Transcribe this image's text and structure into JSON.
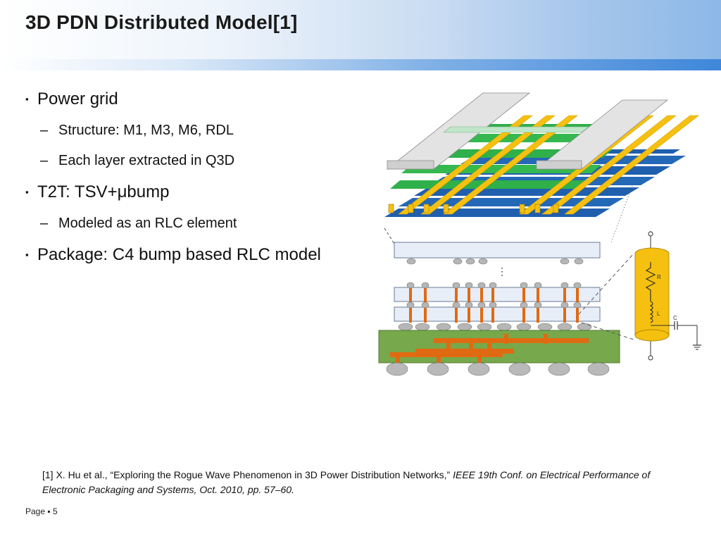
{
  "slide": {
    "title": "3D PDN Distributed Model[1]"
  },
  "bullets": {
    "marker": "▪",
    "dash": "–",
    "power_grid": "Power grid",
    "structure": "Structure: M1, M3, M6, RDL",
    "extracted": "Each layer extracted in Q3D",
    "t2t": "T2T: TSV+μbump",
    "modeled": "Modeled as an RLC element",
    "package": "Package: C4 bump based RLC model"
  },
  "figure": {
    "r_label": "R",
    "l_label": "L",
    "c_label": "C",
    "colors": {
      "m1_blue": "#1f5fae",
      "m3_green": "#2fb04a",
      "m6_yellow": "#f5c010",
      "rdl_gray": "#d6d6d6",
      "tsv_orange": "#e06a12",
      "package_green": "#77a84b",
      "bump_gray": "#b8b8b8"
    }
  },
  "footnote": {
    "prefix": "[1] X. Hu et al., “Exploring the Rogue Wave Phenomenon in 3D Power Distribution Networks,” ",
    "venue": "IEEE 19th Conf. on Electrical Performance of Electronic Packaging and Systems, Oct. 2010, pp. 57–60."
  },
  "footer": {
    "page": "Page ▪ 5"
  }
}
